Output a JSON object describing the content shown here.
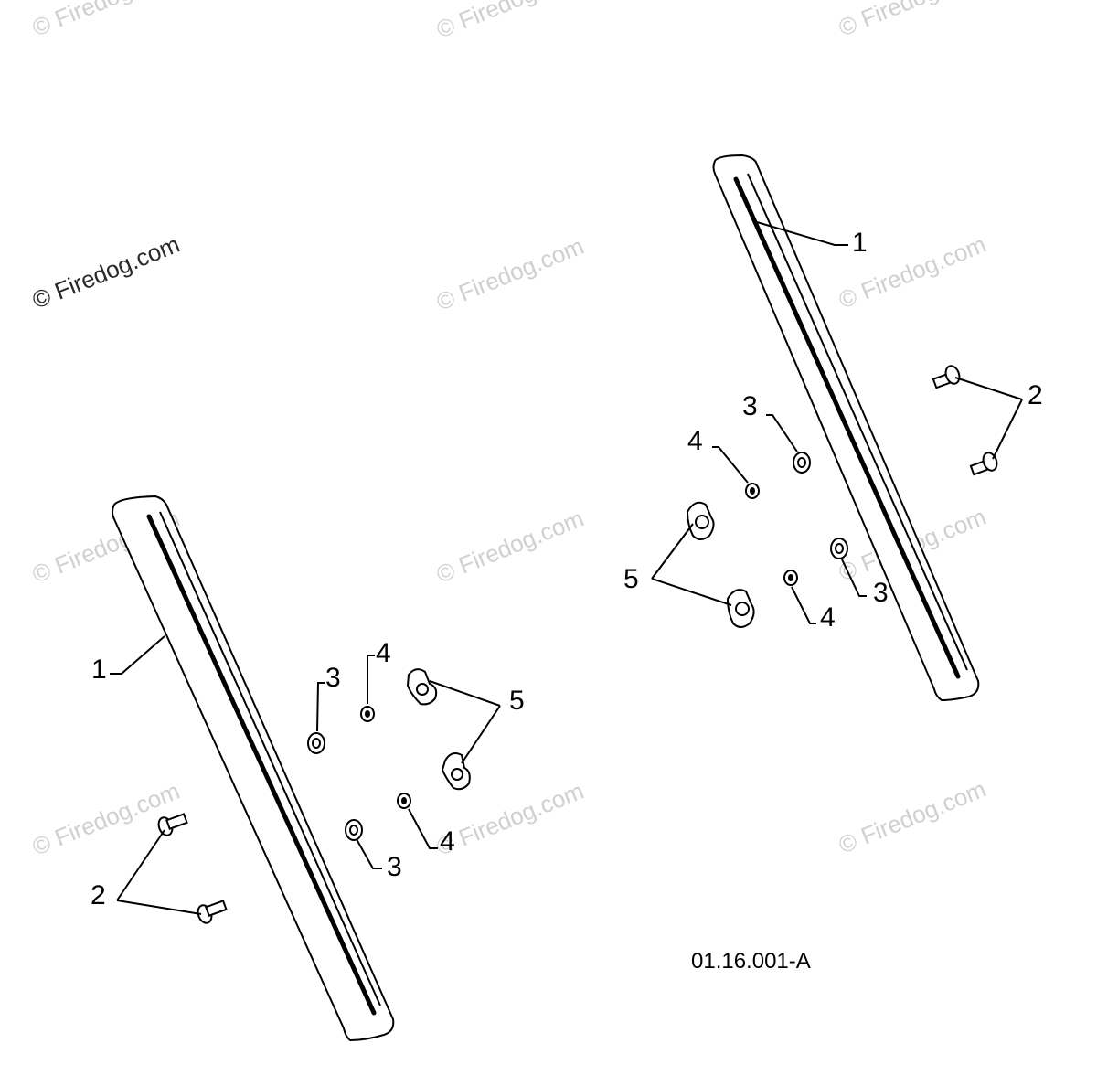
{
  "watermark": {
    "text": "© Firedog.com",
    "primary_text": "© Firedog.com"
  },
  "diagram_code": "01.16.001-A",
  "callouts": {
    "left_rail": "1",
    "left_bolt": "2",
    "left_washer_upper": "3",
    "left_lockwasher_upper": "4",
    "left_wingnut": "5",
    "left_lockwasher_lower": "4",
    "left_washer_lower": "3",
    "right_rail": "1",
    "right_bolt": "2",
    "right_washer_upper": "3",
    "right_lockwasher_upper": "4",
    "right_wingnut": "5",
    "right_washer_lower": "3",
    "right_lockwasher_lower": "4"
  }
}
